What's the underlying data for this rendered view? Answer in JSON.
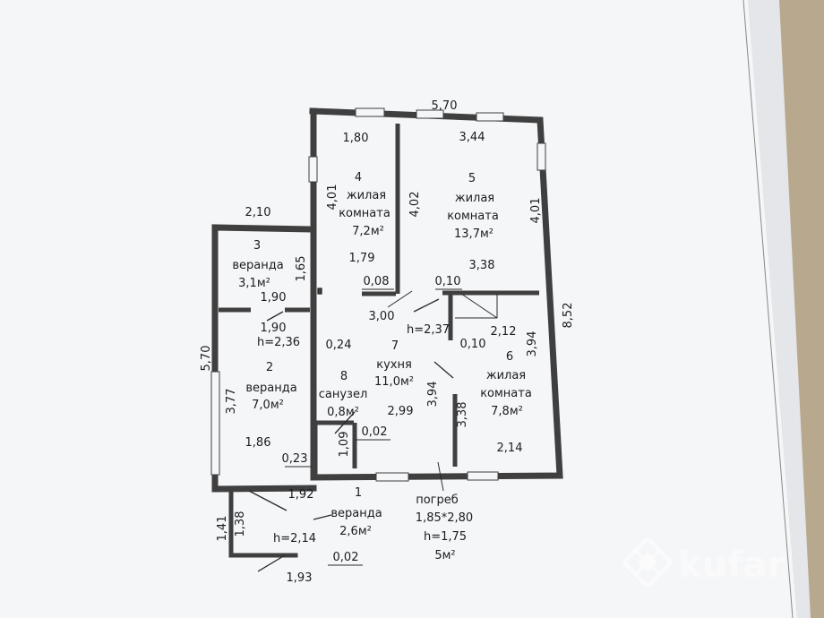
{
  "rooms": {
    "r1": {
      "number": "1",
      "name": "веранда",
      "area": "2,6м²"
    },
    "r2": {
      "number": "2",
      "name": "веранда",
      "area": "7,0м²"
    },
    "r3": {
      "number": "3",
      "name": "веранда",
      "area": "3,1м²"
    },
    "r4": {
      "number": "4",
      "name1": "жилая",
      "name2": "комната",
      "area": "7,2м²"
    },
    "r5": {
      "number": "5",
      "name1": "жилая",
      "name2": "комната",
      "area": "13,7м²"
    },
    "r6": {
      "number": "6",
      "name1": "жилая",
      "name2": "комната",
      "area": "7,8м²"
    },
    "r7": {
      "number": "7",
      "name": "кухня",
      "area": "11,0м²"
    },
    "r8": {
      "number": "8",
      "name": "санузел",
      "area": "0,8м²"
    }
  },
  "cellar": {
    "name": "погреб",
    "size": "1,85*2,80",
    "height": "h=1,75",
    "area": "5м²"
  },
  "heights": {
    "h1": "h=2,36",
    "h2": "h=2,37",
    "h3": "h=2,14"
  },
  "dims": {
    "d570top": "5,70",
    "d180": "1,80",
    "d344": "3,44",
    "d401a": "4,01",
    "d402": "4,02",
    "d401b": "4,01",
    "d210": "2,10",
    "d165": "1,65",
    "d179": "1,79",
    "d008": "0,08",
    "d010a": "0,10",
    "d338a": "3,38",
    "d852": "8,52",
    "d190a": "1,90",
    "d300": "3,00",
    "d190b": "1,90",
    "d024": "0,24",
    "d010b": "0,10",
    "d212": "2,12",
    "d394a": "3,94",
    "d570left": "5,70",
    "d377": "3,77",
    "d394b": "3,94",
    "d299": "2,99",
    "d338b": "3,38",
    "d109": "1,09",
    "d002a": "0,02",
    "d186": "1,86",
    "d023": "0,23",
    "d214": "2,14",
    "d192": "1,92",
    "d141": "1,41",
    "d138": "1,38",
    "d002b": "0,02",
    "d193": "1,93"
  },
  "watermark": {
    "text": "kufar"
  },
  "colors": {
    "paper": "#f7f8fa",
    "ink": "#1c1c1c",
    "wall": "#4a4a4a",
    "background": "#cfcfcf"
  }
}
